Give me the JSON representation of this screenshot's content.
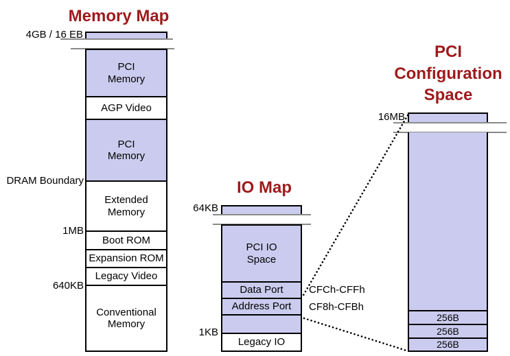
{
  "colors": {
    "title_red": "#9e1a1c",
    "box_fill_lavender": "#cbcbef",
    "box_border": "#000000",
    "break_line_gray": "#8a8a8a",
    "text": "#000000",
    "background": "#ffffff"
  },
  "memory_map": {
    "title": "Memory Map",
    "scale_top": "4GB / 16 EB",
    "segments": [
      {
        "label": "PCI\nMemory"
      },
      {
        "label": "AGP Video"
      },
      {
        "label": "PCI\nMemory"
      },
      {
        "label": "Extended\nMemory"
      },
      {
        "label": "Boot ROM"
      },
      {
        "label": "Expansion ROM"
      },
      {
        "label": "Legacy Video"
      },
      {
        "label": "Conventional\nMemory"
      }
    ],
    "side_labels": {
      "dram_boundary": "DRAM Boundary",
      "one_mb": "1MB",
      "six_forty_kb": "640KB"
    }
  },
  "io_map": {
    "title": "IO Map",
    "scale_top": "64KB",
    "scale_bottom": "1KB",
    "segments": [
      {
        "label": "PCI IO\nSpace"
      },
      {
        "label": "Data Port"
      },
      {
        "label": "Address Port"
      },
      {
        "label": ""
      },
      {
        "label": "Legacy IO"
      }
    ],
    "port_addresses": {
      "data_port": "CFCh-CFFh",
      "address_port": "CF8h-CFBh"
    }
  },
  "pci_config": {
    "title": "PCI\nConfiguration\nSpace",
    "scale_top": "16MB",
    "blocks": [
      "256B",
      "256B",
      "256B"
    ]
  }
}
